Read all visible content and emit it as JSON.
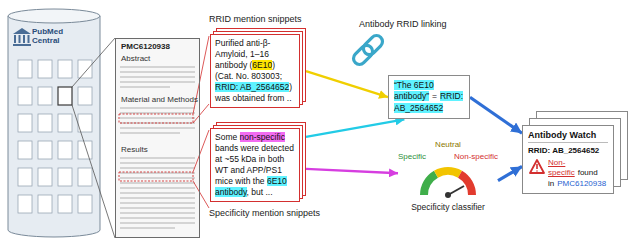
{
  "diagram": {
    "nodes": [
      {
        "text": [
          "PubMed Central"
        ]
      },
      {
        "text": [
          "PMC6120938",
          "Abstract",
          "Material and Methods",
          "Results"
        ]
      },
      {
        "text": [
          "RRID mention snippets",
          "Purified anti-β-Amyloid, 1–16 antibody (",
          "6E10",
          ") (Cat. No. 803003; ",
          "RRID: AB_2564652",
          ") was obtained from .."
        ]
      },
      {
        "text": [
          "Some ",
          "non-specific",
          " bands were detected at ~55 kDa in both WT and APP/PS1 mice with the ",
          "6E10 antibody",
          ", but ...",
          "Specificity mention snippets"
        ]
      },
      {
        "text": [
          "Antibody RRID linking",
          "“The 6E10 antibody”",
          "=",
          "RRID: AB_2564652"
        ]
      },
      {
        "text": [
          "Neutral",
          "Specific",
          "Non-specific",
          "Specificity classifier"
        ]
      },
      {
        "text": [
          "Antibody Watch",
          "RRID: AB_2564652",
          "Non-specific",
          "found in",
          "PMC6120938"
        ]
      }
    ],
    "edges": [
      {
        "from": 2,
        "to": 4,
        "arrow": "to"
      },
      {
        "from": 3,
        "to": 4,
        "arrow": "to"
      },
      {
        "from": 3,
        "to": 5,
        "arrow": "to"
      },
      {
        "from": 4,
        "to": 6,
        "arrow": "to"
      },
      {
        "from": 5,
        "to": 6,
        "arrow": "to"
      }
    ]
  }
}
